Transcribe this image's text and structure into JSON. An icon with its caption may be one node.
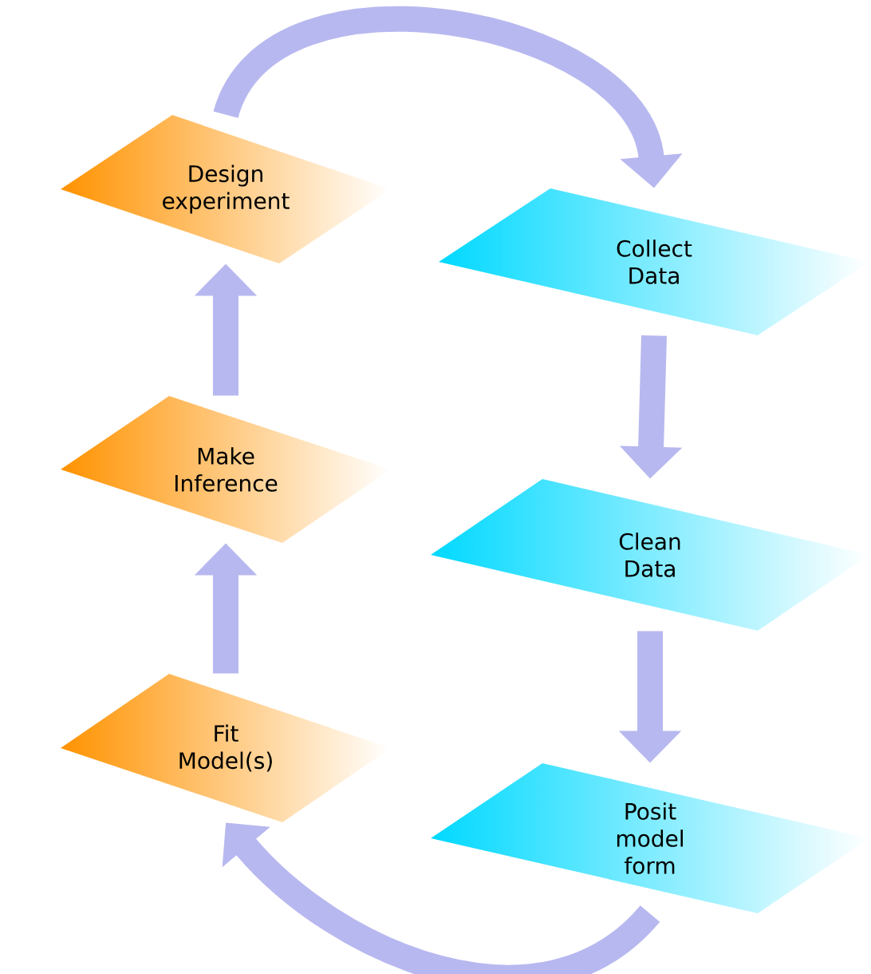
{
  "diagram": {
    "nodes": [
      {
        "text": [
          "Design experiment"
        ]
      },
      {
        "text": [
          "Collect Data"
        ]
      },
      {
        "text": [
          "Make Inference"
        ]
      },
      {
        "text": [
          "Clean Data"
        ]
      },
      {
        "text": [
          "Fit Model(s)"
        ]
      },
      {
        "text": [
          "Posit model form"
        ]
      }
    ],
    "edges": [
      {
        "from": 0,
        "to": 1,
        "arrow": "to"
      },
      {
        "from": 1,
        "to": 3,
        "arrow": "to"
      },
      {
        "from": 3,
        "to": 5,
        "arrow": "to"
      },
      {
        "from": 5,
        "to": 4,
        "arrow": "to"
      },
      {
        "from": 4,
        "to": 2,
        "arrow": "to"
      },
      {
        "from": 2,
        "to": 0,
        "arrow": "to"
      }
    ]
  }
}
